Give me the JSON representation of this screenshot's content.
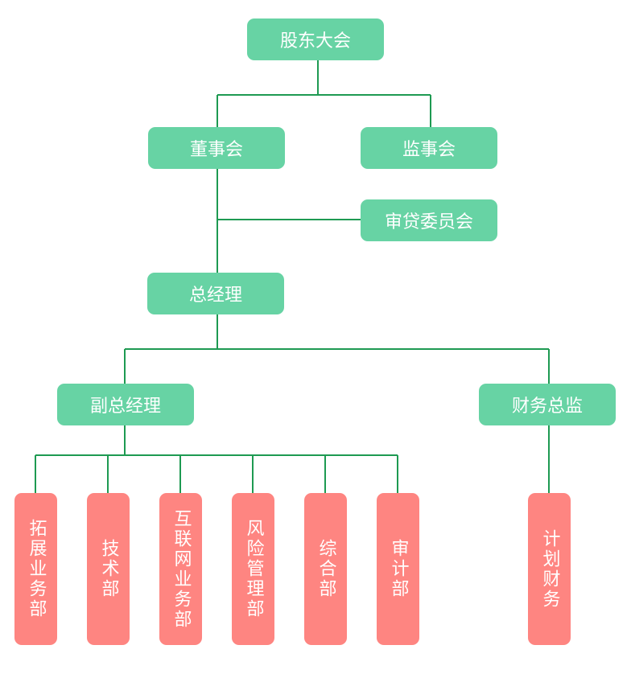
{
  "colors": {
    "green": "#67d3a4",
    "red": "#fe8581",
    "line": "#1e9a52"
  },
  "org": {
    "shareholders": "股东大会",
    "board": "董事会",
    "supervisors": "监事会",
    "credit_committee": "审贷委员会",
    "general_manager": "总经理",
    "deputy_gm": "副总经理",
    "cfo": "财务总监",
    "departments": [
      "拓展业务部",
      "技术部",
      "互联网业务部",
      "风险管理部",
      "综合部",
      "审计部"
    ],
    "planning_finance": "计划财务"
  }
}
